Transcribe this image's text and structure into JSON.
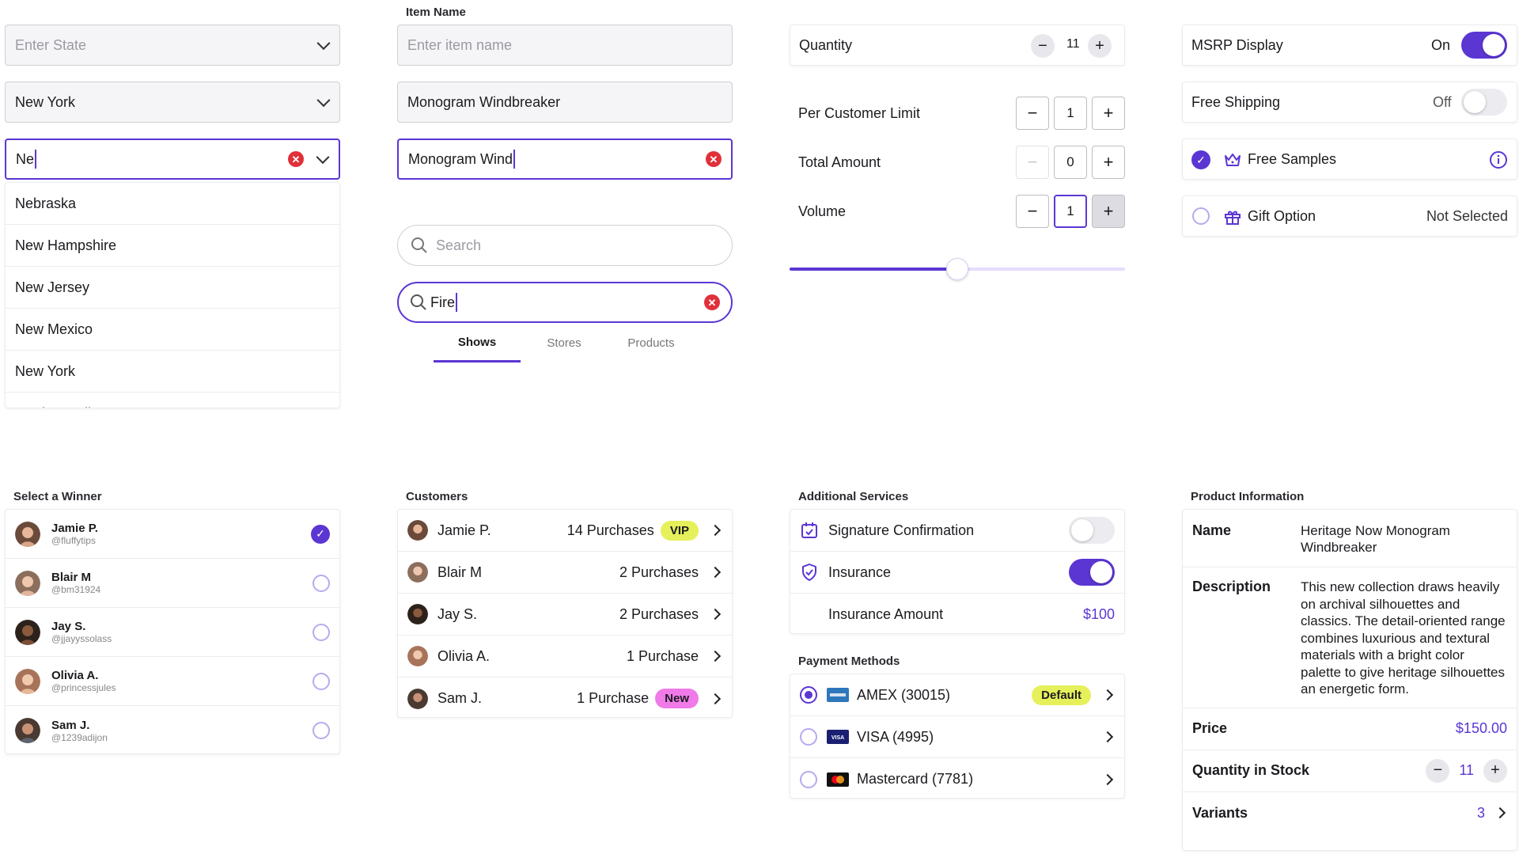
{
  "state_select": {
    "placeholder": "Enter State",
    "selected_value": "New York",
    "typed_value": "Ne",
    "options": [
      "Nebraska",
      "New Hampshire",
      "New Jersey",
      "New Mexico",
      "New York",
      "North Carolina"
    ]
  },
  "item_name": {
    "label": "Item Name",
    "placeholder": "Enter item name",
    "filled_value": "Monogram Windbreaker",
    "typing_value": "Monogram Wind"
  },
  "search": {
    "placeholder": "Search",
    "typed_value": "Fire",
    "tabs": [
      "Shows",
      "Stores",
      "Products"
    ]
  },
  "steppers": {
    "quantity": {
      "label": "Quantity",
      "value": "11"
    },
    "per_customer_limit": {
      "label": "Per Customer Limit",
      "value": "1"
    },
    "total_amount": {
      "label": "Total Amount",
      "value": "0"
    },
    "volume": {
      "label": "Volume",
      "value": "1"
    },
    "slider_level": 0.5
  },
  "toggles": {
    "msrp": {
      "label": "MSRP Display",
      "state": "On"
    },
    "free_shipping": {
      "label": "Free Shipping",
      "state": "Off"
    },
    "free_samples": {
      "label": "Free Samples"
    },
    "gift_option": {
      "label": "Gift Option",
      "state": "Not Selected"
    }
  },
  "winner": {
    "title": "Select a Winner",
    "people": [
      {
        "name": "Jamie P.",
        "handle": "@fluffytips",
        "selected": true
      },
      {
        "name": "Blair M",
        "handle": "@bm31924",
        "selected": false
      },
      {
        "name": "Jay S.",
        "handle": "@jjayyssolass",
        "selected": false
      },
      {
        "name": "Olivia A.",
        "handle": "@princessjules",
        "selected": false
      },
      {
        "name": "Sam J.",
        "handle": "@1239adijon",
        "selected": false
      }
    ]
  },
  "customers": {
    "title": "Customers",
    "rows": [
      {
        "name": "Jamie P.",
        "purchases": "14 Purchases",
        "badge": "VIP"
      },
      {
        "name": "Blair M",
        "purchases": "2 Purchases",
        "badge": ""
      },
      {
        "name": "Jay S.",
        "purchases": "2 Purchases",
        "badge": ""
      },
      {
        "name": "Olivia A.",
        "purchases": "1 Purchase",
        "badge": ""
      },
      {
        "name": "Sam J.",
        "purchases": "1 Purchase",
        "badge": "New"
      }
    ]
  },
  "services": {
    "title": "Additional Services",
    "signature": "Signature Confirmation",
    "insurance": "Insurance",
    "insurance_amount_label": "Insurance Amount",
    "insurance_amount": "$100"
  },
  "payments": {
    "title": "Payment Methods",
    "methods": [
      {
        "label": "AMEX (30015)",
        "badge": "Default"
      },
      {
        "label": "VISA (4995)",
        "badge": ""
      },
      {
        "label": "Mastercard (7781)",
        "badge": ""
      }
    ],
    "card_marks": {
      "visa": "VISA"
    }
  },
  "product": {
    "title": "Product Information",
    "name_label": "Name",
    "name_value": "Heritage Now Monogram Windbreaker",
    "description_label": "Description",
    "description_value": "This new collection draws heavily on archival silhouettes and classics. The detail-oriented range combines luxurious and textural materials with a bright color palette to give heritage silhouettes an energetic form.",
    "price_label": "Price",
    "price_value": "$150.00",
    "stock_label": "Quantity in Stock",
    "stock_value": "11",
    "variants_label": "Variants",
    "variants_value": "3"
  },
  "colors": {
    "accent": "#5b36d3",
    "vip": "#e6f05a",
    "new": "#f07ae8",
    "danger": "#e0303a"
  }
}
